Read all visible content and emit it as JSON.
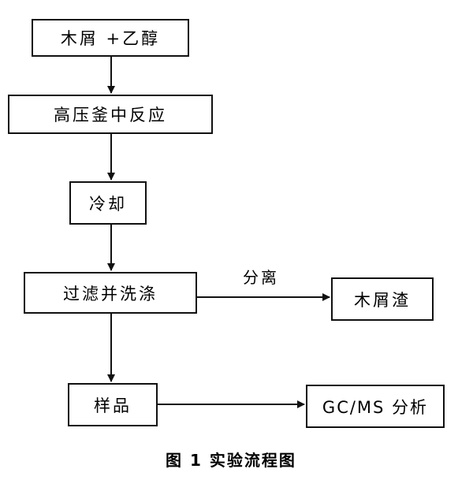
{
  "flowchart": {
    "steps": {
      "raw_material": "木屑 +乙醇",
      "reactor": "高压釜中反应",
      "cooling": "冷却",
      "filter_wash": "过滤并洗涤",
      "residue": "木屑渣",
      "sample": "样品",
      "analysis": "GC/MS 分析"
    },
    "edge_labels": {
      "separation": "分离"
    }
  },
  "caption": "图 1  实验流程图"
}
